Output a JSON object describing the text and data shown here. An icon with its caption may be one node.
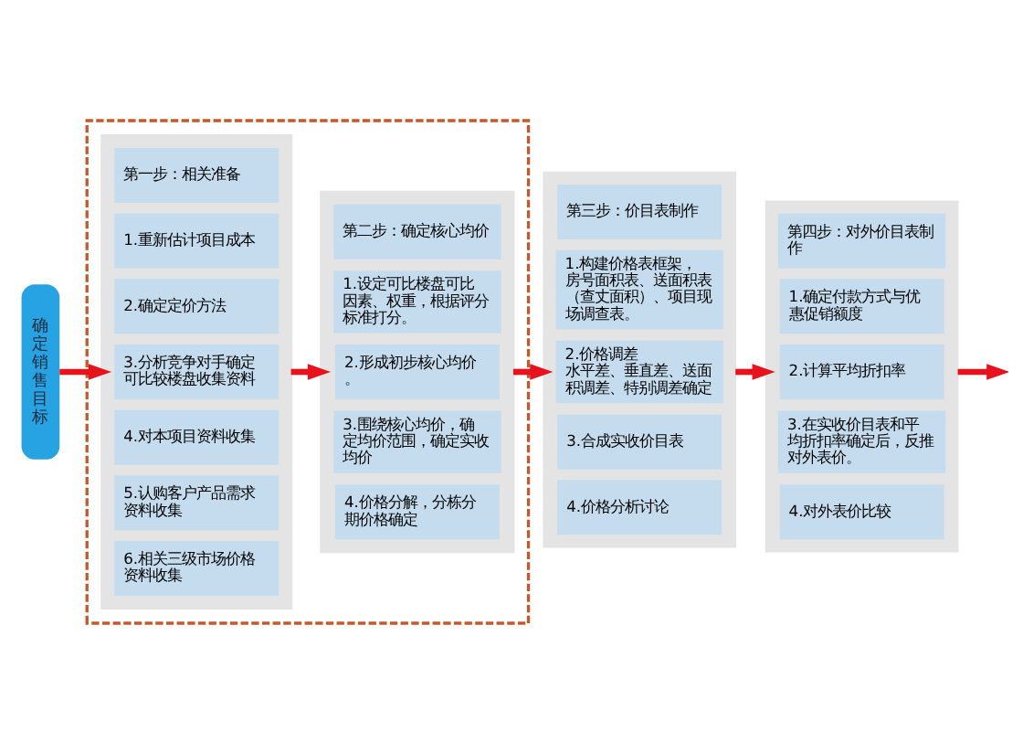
{
  "diagram": {
    "nodes": [
      {
        "text": [
          "确定销售目标"
        ]
      },
      {
        "text": [],
        "shape": "box"
      },
      {
        "text": [],
        "shape": "box",
        "in": 1
      },
      {
        "text": [
          "第一步：相关准备"
        ],
        "in": 2
      },
      {
        "text": [
          "1.重新估计项目成本"
        ],
        "in": 2
      },
      {
        "text": [
          "2.确定定价方法"
        ],
        "in": 2
      },
      {
        "text": [
          "3.分析竞争对手确定可比较楼盘收集资料"
        ],
        "in": 2
      },
      {
        "text": [
          "4.对本项目资料收集"
        ],
        "in": 2
      },
      {
        "text": [
          "5.认购客户产品需求资料收集"
        ],
        "in": 2
      },
      {
        "text": [
          "6.相关三级市场价格资料收集"
        ],
        "in": 2
      },
      {
        "text": [],
        "shape": "box",
        "in": 1
      },
      {
        "text": [
          "第二步：确定核心均价"
        ],
        "in": 10
      },
      {
        "text": [
          "1.设定可比楼盘可比因素、权重，根据评分标准打分。"
        ],
        "in": 10
      },
      {
        "text": [
          "2.形成初步核心均价。"
        ],
        "in": 10
      },
      {
        "text": [
          "3.围绕核心均价，确定均价范围，确定实收均价"
        ],
        "in": 10
      },
      {
        "text": [
          "4.价格分解，分栋分期价格确定"
        ],
        "in": 10
      },
      {
        "text": [],
        "shape": "box"
      },
      {
        "text": [
          "第三步：价目表制作"
        ],
        "in": 16
      },
      {
        "text": [
          "1.构建价格表框架，房号面积表、送面积表（查丈面积）、项目现场调查表。"
        ],
        "in": 16
      },
      {
        "text": [
          "2.价格调差",
          "水平差、垂直差、送面积调差、特别调差确定"
        ],
        "in": 16
      },
      {
        "text": [
          "3.合成实收价目表"
        ],
        "in": 16
      },
      {
        "text": [
          "4.价格分析讨论"
        ],
        "in": 16
      },
      {
        "text": [],
        "shape": "box"
      },
      {
        "text": [
          "第四步：对外价目表制作"
        ],
        "in": 22
      },
      {
        "text": [
          "1.确定付款方式与优惠促销额度"
        ],
        "in": 22
      },
      {
        "text": [
          "2.计算平均折扣率"
        ],
        "in": 22
      },
      {
        "text": [
          "3.在实收价目表和平均折扣率确定后，反推对外表价。"
        ],
        "in": 22
      },
      {
        "text": [
          "4.对外表价比较"
        ],
        "in": 22
      }
    ],
    "edges": [
      {
        "from": 0,
        "to": 2,
        "arrow": "to",
        "color": "#e8121c"
      },
      {
        "from": 2,
        "to": 10,
        "arrow": "to",
        "color": "#e8121c"
      },
      {
        "from": 10,
        "to": 16,
        "arrow": "to",
        "color": "#e8121c"
      },
      {
        "from": 16,
        "to": 22,
        "arrow": "to",
        "color": "#e8121c"
      },
      {
        "from": 22,
        "to": null,
        "arrow": "to",
        "color": "#e8121c"
      }
    ]
  }
}
